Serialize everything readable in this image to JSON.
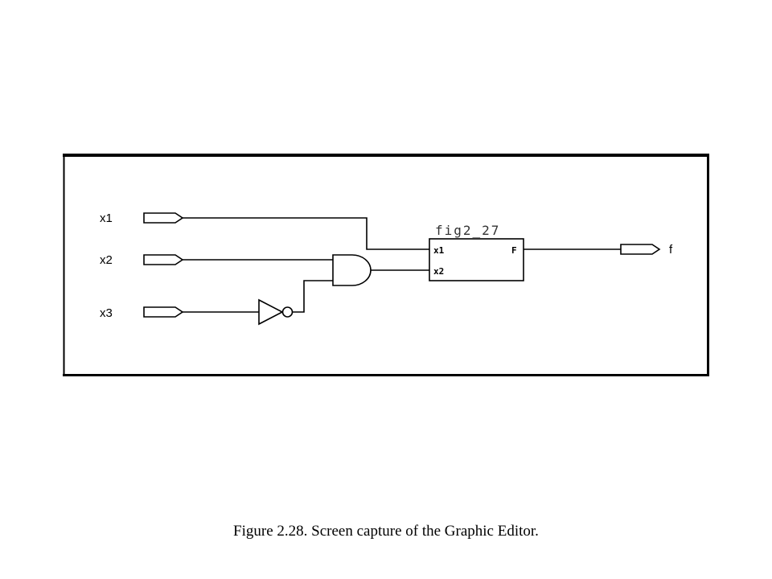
{
  "diagram": {
    "inputs": [
      {
        "id": "x1",
        "label": "x1"
      },
      {
        "id": "x2",
        "label": "x2"
      },
      {
        "id": "x3",
        "label": "x3"
      }
    ],
    "output": {
      "id": "f",
      "label": "f"
    },
    "block": {
      "title": "fig2_27",
      "ports_in": [
        "x1",
        "x2"
      ],
      "port_out": "F"
    },
    "gates": [
      "and",
      "not"
    ]
  },
  "caption": "Figure 2.28.  Screen capture of the Graphic Editor."
}
